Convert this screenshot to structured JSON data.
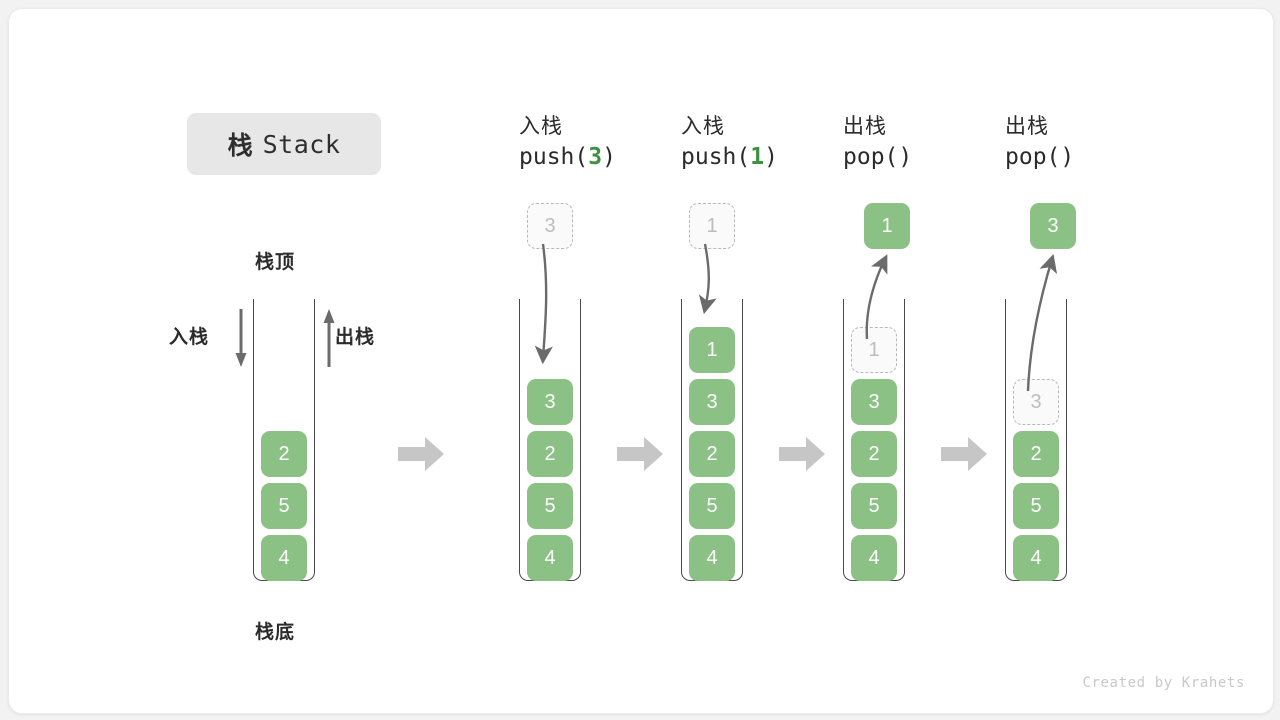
{
  "title": {
    "cn": "栈",
    "en": "Stack"
  },
  "labels": {
    "top": "栈顶",
    "bottom": "栈底",
    "push_side": "入栈",
    "pop_side": "出栈"
  },
  "operations": [
    {
      "cn": "入栈",
      "fn_prefix": "push(",
      "arg": "3",
      "fn_suffix": ")"
    },
    {
      "cn": "入栈",
      "fn_prefix": "push(",
      "arg": "1",
      "fn_suffix": ")"
    },
    {
      "cn": "出栈",
      "fn_prefix": "pop(",
      "arg": "",
      "fn_suffix": ")"
    },
    {
      "cn": "出栈",
      "fn_prefix": "pop(",
      "arg": "",
      "fn_suffix": ")"
    }
  ],
  "stacks": [
    {
      "name": "initial",
      "cells": [
        "2",
        "5",
        "4"
      ]
    },
    {
      "name": "after-push-3",
      "cells": [
        "3",
        "2",
        "5",
        "4"
      ]
    },
    {
      "name": "after-push-1",
      "cells": [
        "1",
        "3",
        "2",
        "5",
        "4"
      ]
    },
    {
      "name": "pop-1",
      "cells": [
        "3",
        "2",
        "5",
        "4"
      ],
      "ghost_top": "1"
    },
    {
      "name": "pop-3",
      "cells": [
        "2",
        "5",
        "4"
      ],
      "ghost_top": "3"
    }
  ],
  "incoming": [
    {
      "value": "3"
    },
    {
      "value": "1"
    }
  ],
  "outgoing": [
    {
      "value": "1"
    },
    {
      "value": "3"
    }
  ],
  "colors": {
    "element_green": "#8cc186",
    "arg_green": "#3f9142",
    "ghost_border": "#b9b9b9",
    "arrow_gray": "#c6c6c6",
    "badge_bg": "#e7e7e7"
  },
  "credit": "Created by Krahets"
}
